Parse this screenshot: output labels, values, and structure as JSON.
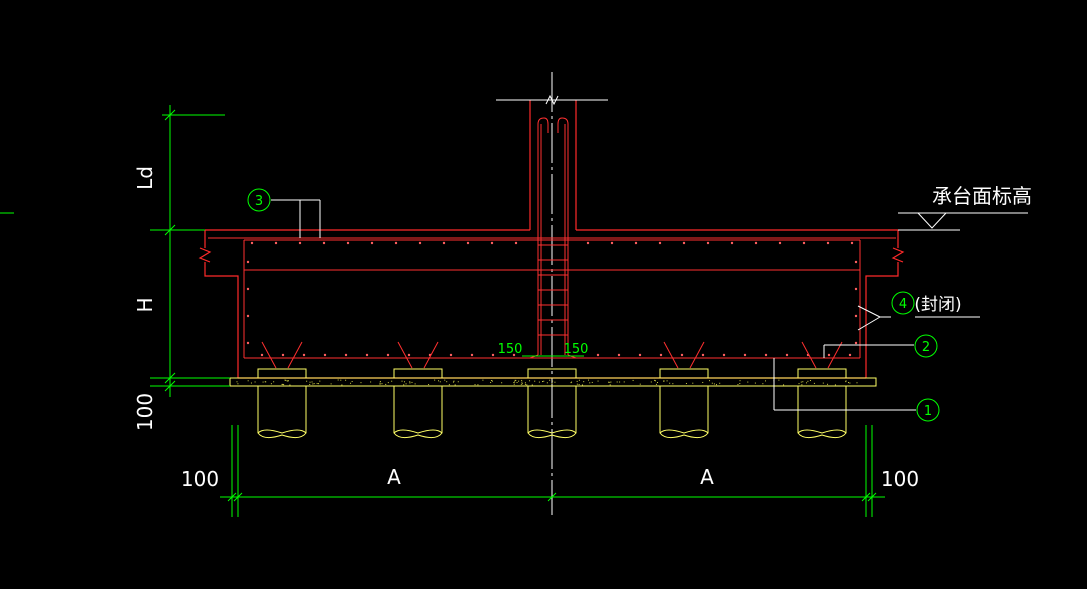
{
  "drawing": {
    "background": "#000000",
    "colors": {
      "concrete_outline": "#ff2a2a",
      "rebar": "#ff3030",
      "dimension_lines": "#00ff00",
      "piles": "#ffff66",
      "text": "#ffffff",
      "leader_lines": "#ffffff"
    }
  },
  "labels": {
    "elevation_text": "承台面标高",
    "dim_ld": "Ld",
    "dim_h": "H",
    "dim_100_vertical": "100",
    "dim_100_left": "100",
    "dim_a_left": "A",
    "dim_a_right": "A",
    "dim_100_right": "100",
    "dim_150_left": "150",
    "dim_150_right": "150",
    "callout_1": "1",
    "callout_2": "2",
    "callout_3": "3",
    "callout_4": "4",
    "callout_4_note": "(封闭)"
  },
  "piles": {
    "count": 5
  }
}
